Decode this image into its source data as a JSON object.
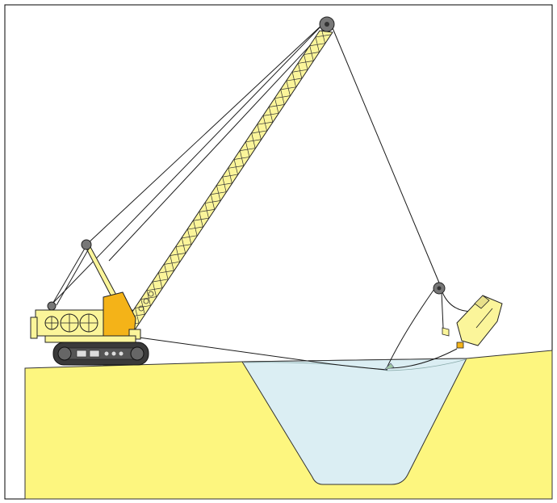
{
  "diagram": {
    "subject": "dragline-excavator-digging-trench",
    "colors": {
      "ground": "#fdf67f",
      "water": "#dbeef3",
      "machine_body": "#fbf59a",
      "cab": "#f4b318",
      "tracks": "#3a3a3a",
      "cable": "#1a1a1a",
      "outline": "#222222"
    },
    "components": [
      {
        "id": "boom",
        "icon": "lattice-boom"
      },
      {
        "id": "boom-tip-sheave",
        "icon": "pulley-icon"
      },
      {
        "id": "a-frame-sheave",
        "icon": "pulley-icon"
      },
      {
        "id": "hoist-cable",
        "icon": "cable-line"
      },
      {
        "id": "drag-cable",
        "icon": "cable-line"
      },
      {
        "id": "bucket",
        "icon": "dragline-bucket"
      },
      {
        "id": "crawler-tracks",
        "icon": "tracks-icon"
      },
      {
        "id": "water-filled-trench",
        "icon": "water-area"
      }
    ]
  }
}
